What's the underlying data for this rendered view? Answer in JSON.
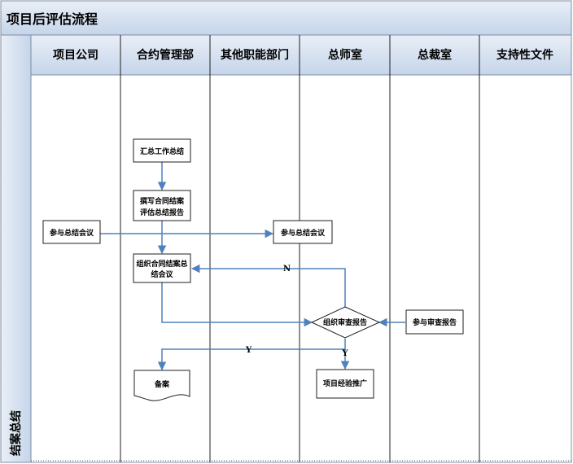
{
  "title": "项目后评估流程",
  "side_label": "结案总结",
  "lanes": [
    "项目公司",
    "合约管理部",
    "其他职能部门",
    "总师室",
    "总裁室",
    "支持性文件"
  ],
  "nodes": {
    "summarize": "汇总工作总结",
    "write_report_1": "撰写合同结案",
    "write_report_2": "评估总结报告",
    "company_meeting": "参与总结会议",
    "chief_meeting": "参与总结会议",
    "organize_1": "组织合同结案总",
    "organize_2": "结会议",
    "review_decision": "组织审查报告",
    "ceo_review": "参与审查报告",
    "archive": "备案",
    "promote": "项目经验推广"
  },
  "edge_labels": {
    "no": "N",
    "yes_left": "Y",
    "yes_down": "Y"
  },
  "colors": {
    "header_fill": "#dce6f2",
    "header_grad": "#b9cde5",
    "border": "#7f8c9e",
    "box_stroke": "#1f1f1f",
    "box_fill": "#ffffff",
    "arrow": "#4f81bd"
  }
}
